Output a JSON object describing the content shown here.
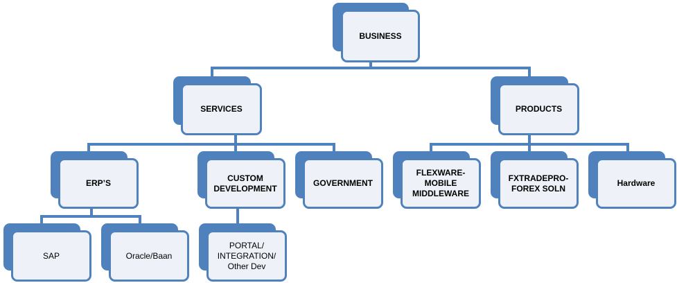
{
  "nodes": {
    "business": "BUSINESS",
    "services": "SERVICES",
    "products": "PRODUCTS",
    "erps": "ERP’S",
    "custom_development": "CUSTOM\nDEVELOPMENT",
    "government": "GOVERNMENT",
    "flexware": "FLEXWARE-\nMOBILE\nMIDDLEWARE",
    "fxtradepro": "FXTRADEPRO-\nFOREX SOLN",
    "hardware": "Hardware",
    "sap": "SAP",
    "oracle_baan": "Oracle/Baan",
    "portal": "PORTAL/\nINTEGRATION/\nOther Dev"
  },
  "colors": {
    "accent": "#4f81bd",
    "fill": "#eef2f8"
  }
}
